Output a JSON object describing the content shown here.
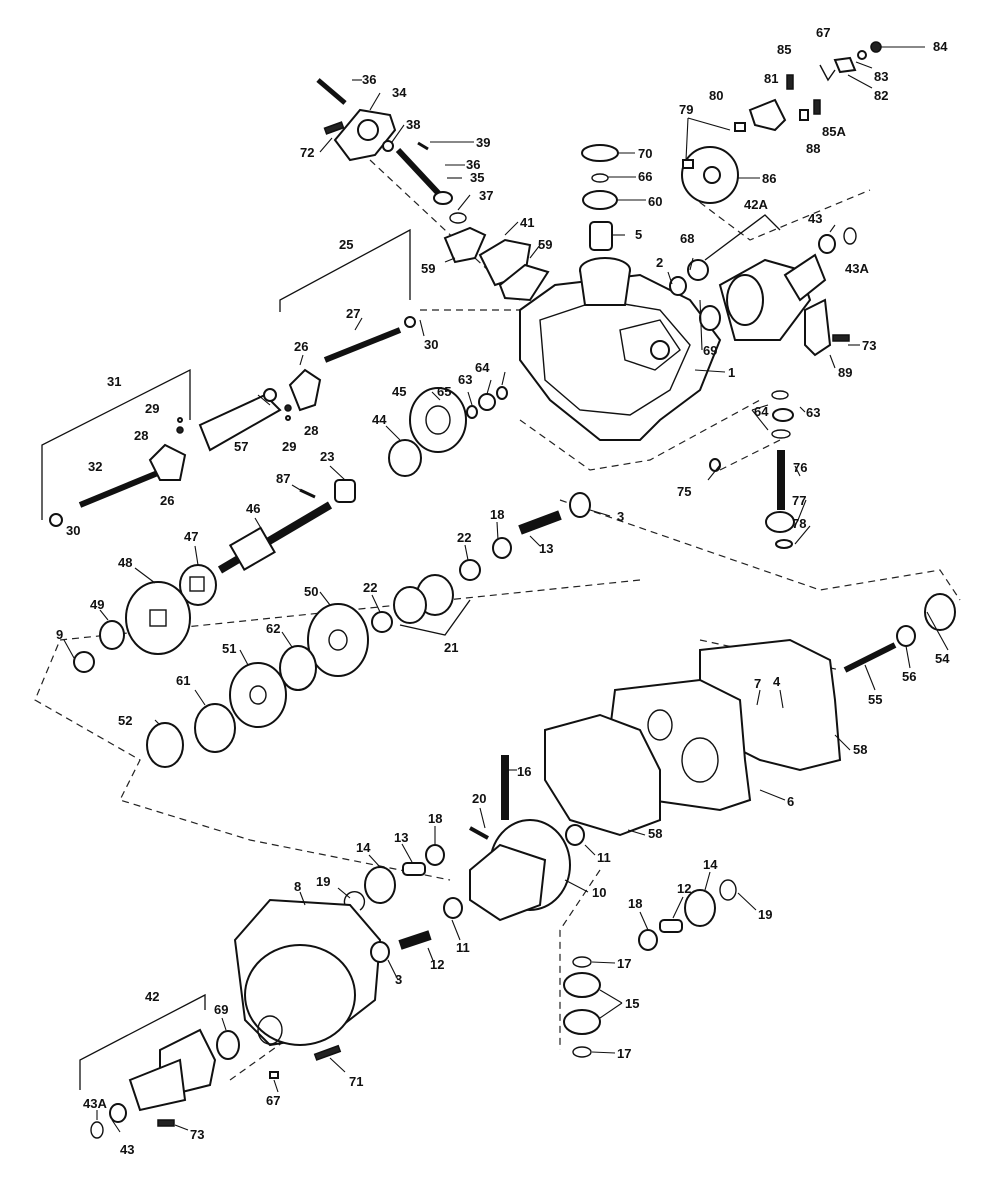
{
  "callouts": [
    "1",
    "2",
    "3",
    "3",
    "4",
    "5",
    "6",
    "7",
    "8",
    "9",
    "10",
    "11",
    "11",
    "12",
    "12",
    "13",
    "13",
    "14",
    "14",
    "15",
    "16",
    "17",
    "17",
    "18",
    "18",
    "18",
    "19",
    "19",
    "20",
    "21",
    "22",
    "22",
    "23",
    "25",
    "26",
    "26",
    "27",
    "28",
    "28",
    "29",
    "29",
    "30",
    "30",
    "31",
    "32",
    "34",
    "35",
    "36",
    "36",
    "37",
    "38",
    "39",
    "41",
    "42",
    "42A",
    "43",
    "43",
    "43A",
    "43A",
    "44",
    "45",
    "46",
    "47",
    "48",
    "49",
    "50",
    "51",
    "52",
    "54",
    "55",
    "56",
    "57",
    "58",
    "58",
    "59",
    "59",
    "60",
    "61",
    "62",
    "63",
    "63",
    "64",
    "64",
    "65",
    "66",
    "67",
    "67",
    "68",
    "69",
    "69",
    "70",
    "71",
    "72",
    "73",
    "73",
    "75",
    "76",
    "77",
    "78",
    "79",
    "80",
    "81",
    "82",
    "83",
    "84",
    "85",
    "85A",
    "86",
    "87",
    "88",
    "89"
  ]
}
